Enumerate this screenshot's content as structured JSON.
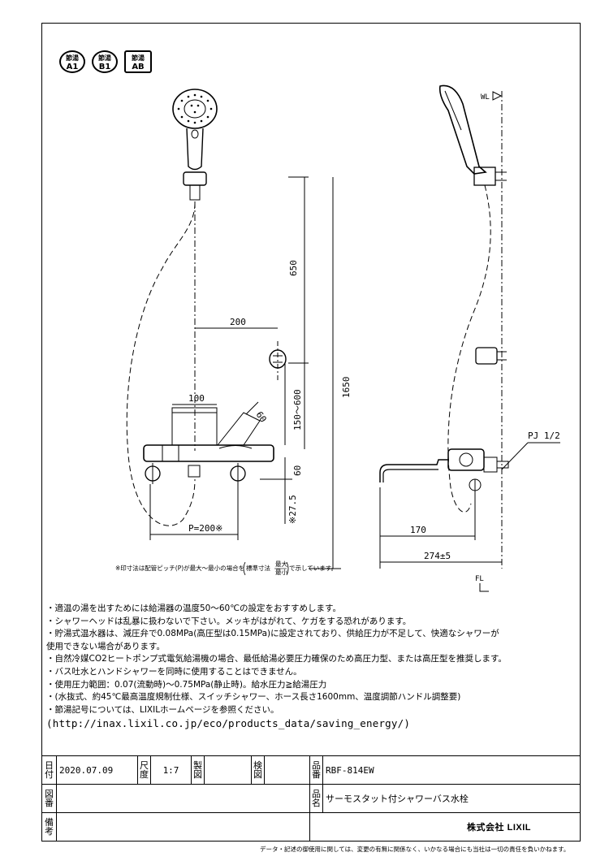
{
  "badges": [
    {
      "top": "節湯",
      "bottom": "A1"
    },
    {
      "top": "節湯",
      "bottom": "B1"
    },
    {
      "top": "節湯",
      "bottom": "AB"
    }
  ],
  "dimensions": {
    "d650": "650",
    "d200": "200",
    "d100": "100",
    "d60a": "60",
    "d150_600": "150～600",
    "d1650": "1650",
    "d60b": "60",
    "d27": "※27.5",
    "p200": "P=200※",
    "d170": "170",
    "d274": "274±5",
    "wl": "WL",
    "fl": "FL",
    "pj": "PJ 1/2"
  },
  "footnote": {
    "prefix": "※印寸法は配管ピッチ(P)が最大～最小の場合を",
    "paren_left": "標準寸法",
    "max": "最大",
    "min": "最小",
    "suffix": "で示しています。"
  },
  "notes": [
    "・適温の湯を出すためには給湯器の温度50～60℃の設定をおすすめします。",
    "・シャワーヘッドは乱暴に扱わないで下さい。メッキがはがれて、ケガをする恐れがあります。",
    "・貯湯式温水器は、減圧弁で0.08MPa(高圧型は0.15MPa)に設定されており、供給圧力が不足して、快適なシャワーが",
    "使用できない場合があります。",
    "・自然冷媒CO2ヒートポンプ式電気給湯機の場合、最低給湯必要圧力確保のため高圧力型、または高圧型を推奨します。",
    "・バス吐水とハンドシャワーを同時に使用することはできません。",
    "・使用圧力範囲：0.07(流動時)～0.75MPa(静止時)。給水圧力≧給湯圧力",
    "・(水抜式、約45℃最高温度規制仕様、スイッチシャワー、ホース長さ1600mm、温度調節ハンドル調整要)",
    "・節湯記号については、LIXILホームページを参照ください。"
  ],
  "url": "(http://inax.lixil.co.jp/eco/products_data/saving_energy/)",
  "titleblock": {
    "date_label": "日付",
    "date": "2020.07.09",
    "scale_label": "尺度",
    "scale": "1:7",
    "drawn_label": "製図",
    "drawn": "",
    "check_label": "検図",
    "check": "",
    "pn_label": "品番",
    "pn": "RBF-814EW",
    "name_label": "品名",
    "name": "サーモスタット付シャワーバス水栓",
    "dwg_label": "図番",
    "dwg": "",
    "remarks_label": "備考",
    "remarks": "",
    "company": "株式会社 LIXIL"
  },
  "disclaimer": "データ・記述の御使用に関しては、変更の有無に関係なく、いかなる場合にも当社は一切の責任を負いかねます。"
}
